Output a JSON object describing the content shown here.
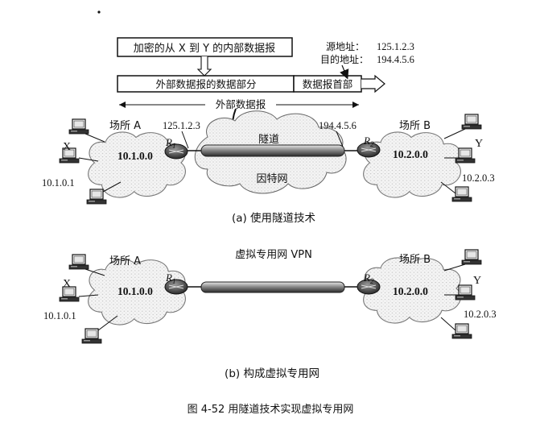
{
  "top": {
    "inner_datagram_label": "加密的从 X 到 Y 的内部数据报",
    "source_address_label": "源地址：",
    "source_address": "125.1.2.3",
    "dest_address_label": "目的地址：",
    "dest_address": "194.4.5.6",
    "outer_data_part_label": "外部数据报的数据部分",
    "header_label": "数据报首部",
    "outer_datagram_label": "外部数据报"
  },
  "diagram_a": {
    "site_a": "场所 A",
    "site_b": "场所 B",
    "net_a": "10.1.0.0",
    "net_b": "10.2.0.0",
    "host_x": "X",
    "host_y": "Y",
    "ip_x": "10.1.0.1",
    "ip_y": "10.2.0.3",
    "r1_ip": "125.1.2.3",
    "r2_ip": "194.4.5.6",
    "router_r1": "R",
    "router_r1_sub": "1",
    "router_r2": "R",
    "router_r2_sub": "2",
    "tunnel": "隧道",
    "internet": "因特网",
    "caption": "(a)  使用隧道技术"
  },
  "diagram_b": {
    "site_a": "场所 A",
    "site_b": "场所 B",
    "net_a": "10.1.0.0",
    "net_b": "10.2.0.0",
    "host_x": "X",
    "host_y": "Y",
    "ip_x": "10.1.0.1",
    "ip_y": "10.2.0.3",
    "router_r1": "R",
    "router_r1_sub": "1",
    "router_r2": "R",
    "router_r2_sub": "2",
    "vpn_label": "虚拟专用网 VPN",
    "caption": "(b)  构成虚拟专用网"
  },
  "figure_caption": "图 4-52    用隧道技术实现虚拟专用网"
}
